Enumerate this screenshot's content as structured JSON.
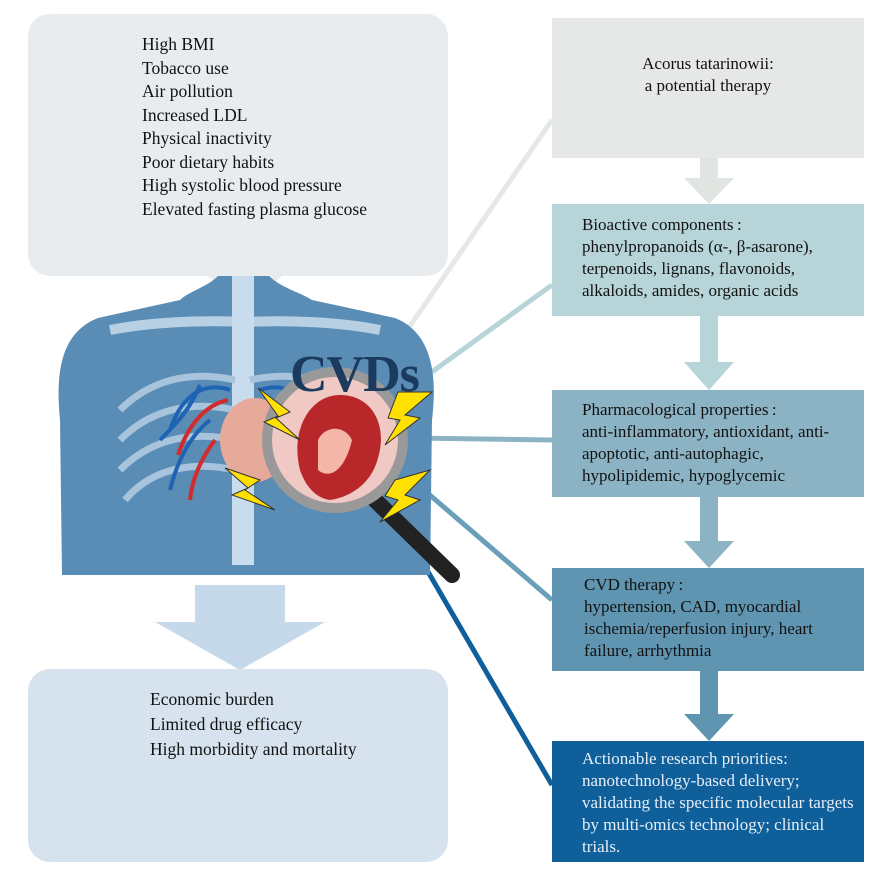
{
  "risk_factors": [
    "High BMI",
    "Tobacco use",
    "Air pollution",
    "Increased LDL",
    "Physical inactivity",
    "Poor dietary habits",
    "High systolic blood pressure",
    "Elevated fasting plasma glucose"
  ],
  "center_label": "CVDs",
  "outcomes": [
    "Economic burden",
    "Limited drug efficacy",
    "High morbidity and mortality"
  ],
  "flow": {
    "box1": {
      "line1": "Acorus tatarinowii:",
      "line2": "a potential therapy"
    },
    "box2": {
      "title": "Bioactive components :",
      "body": "phenylpropanoids (α-, β-asarone), terpenoids, lignans, flavonoids, alkaloids, amides, organic acids"
    },
    "box3": {
      "title": "Pharmacological properties :",
      "body": "anti-inflammatory, antioxidant, anti-apoptotic, anti-autophagic, hypolipidemic, hypoglycemic"
    },
    "box4": {
      "title": "CVD therapy :",
      "body": "hypertension, CAD, myocardial ischemia/reperfusion injury, heart failure, arrhythmia"
    },
    "box5": {
      "title": "Actionable research priorities:",
      "body": "nanotechnology-based delivery; validating the specific molecular targets by multi-omics technology; clinical trials."
    }
  },
  "colors": {
    "box1": "#e5e8e6",
    "box2": "#b7d5d9",
    "box3": "#8bb3c4",
    "box4": "#5f95b1",
    "box5": "#0f5f9b",
    "body_figure": "#5a8db5",
    "heart_red": "#c0392b",
    "lightning": "#ffe000"
  },
  "icons": [
    "cigarette-icon",
    "factory-icon",
    "glucose-meter-icon",
    "couch-obesity-icon",
    "heart-thermometer-icon",
    "pill-icon",
    "heart-research-icon",
    "world-map-chart-icon",
    "coin-decline-icon",
    "magnifier-icon",
    "lightning-icon"
  ]
}
